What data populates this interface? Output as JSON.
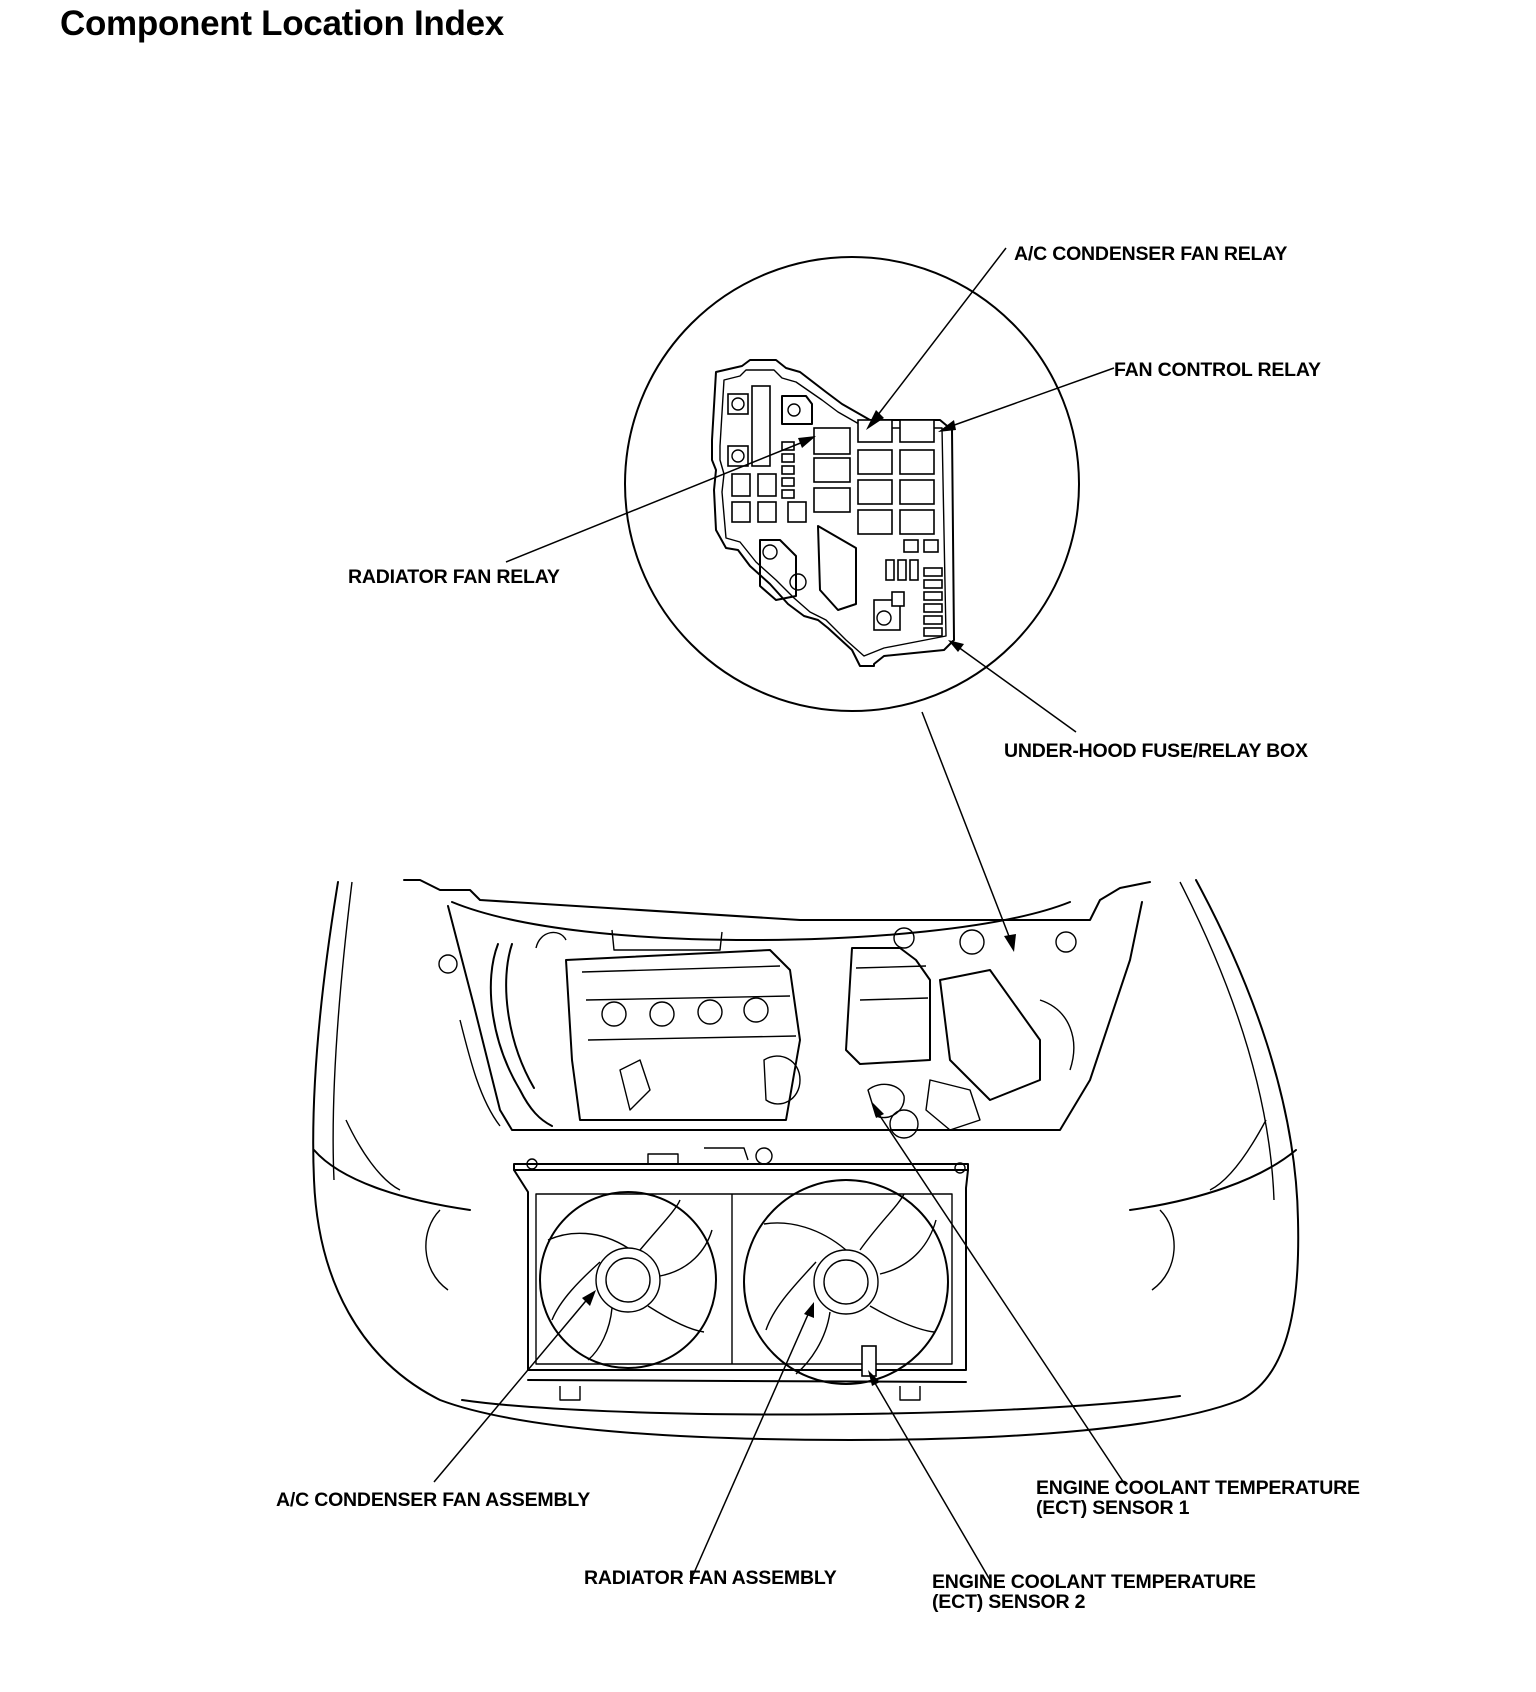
{
  "page": {
    "title": "Component Location Index"
  },
  "labels": {
    "ac_condenser_fan_relay": "A/C CONDENSER FAN RELAY",
    "fan_control_relay": "FAN CONTROL RELAY",
    "radiator_fan_relay": "RADIATOR FAN RELAY",
    "under_hood_fuse_relay_box": "UNDER-HOOD FUSE/RELAY BOX",
    "ac_condenser_fan_assembly": "A/C CONDENSER FAN ASSEMBLY",
    "ect_sensor_1_line1": "ENGINE COOLANT TEMPERATURE",
    "ect_sensor_1_line2": "(ECT) SENSOR 1",
    "radiator_fan_assembly": "RADIATOR FAN ASSEMBLY",
    "ect_sensor_2_line1": "ENGINE COOLANT TEMPERATURE",
    "ect_sensor_2_line2": "(ECT) SENSOR 2"
  }
}
